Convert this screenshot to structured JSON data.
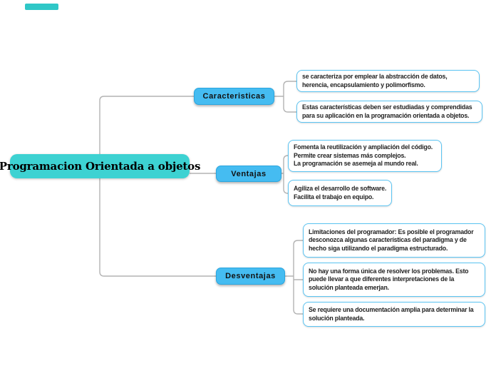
{
  "root": {
    "label": "Programacion Orientada a objetos"
  },
  "branches": [
    {
      "label": "Caracteristicas",
      "children": [
        {
          "lines": [
            "se caracteriza por emplear la abstracción de datos,",
            "herencia, encapsulamiento y polimorfismo."
          ]
        },
        {
          "lines": [
            "Estas características deben ser estudiadas y comprendidas",
            "para su aplicación en la programación orientada a objetos."
          ]
        }
      ]
    },
    {
      "label": "Ventajas",
      "children": [
        {
          "lines": [
            "Fomenta la reutilización y ampliación del código.",
            "Permite crear sistemas más complejos.",
            "La programación se asemeja al mundo real."
          ]
        },
        {
          "lines": [
            "Agiliza el desarrollo de software.",
            "Facilita el trabajo en equipo."
          ]
        }
      ]
    },
    {
      "label": "Desventajas",
      "children": [
        {
          "lines": [
            "Limitaciones del programador: Es posible el programador",
            "desconozca algunas características del paradigma y de",
            "hecho siga utilizando el paradigma estructurado."
          ]
        },
        {
          "lines": [
            "No hay una forma única de resolver los problemas. Esto",
            "puede llevar a que diferentes interpretaciones de la",
            "solución planteada emerjan."
          ]
        },
        {
          "lines": [
            "Se requiere una documentación amplia para determinar la",
            "solución planteada."
          ]
        }
      ]
    }
  ],
  "colors": {
    "background": "#ffffff",
    "root_fill": "#3dd2d2",
    "branch_fill": "#45bcf1",
    "branch_border": "#2aa6e0",
    "note_border": "#5bc4f2",
    "connector": "#b3b3b3",
    "fragment_fill": "#2fc7c7"
  }
}
